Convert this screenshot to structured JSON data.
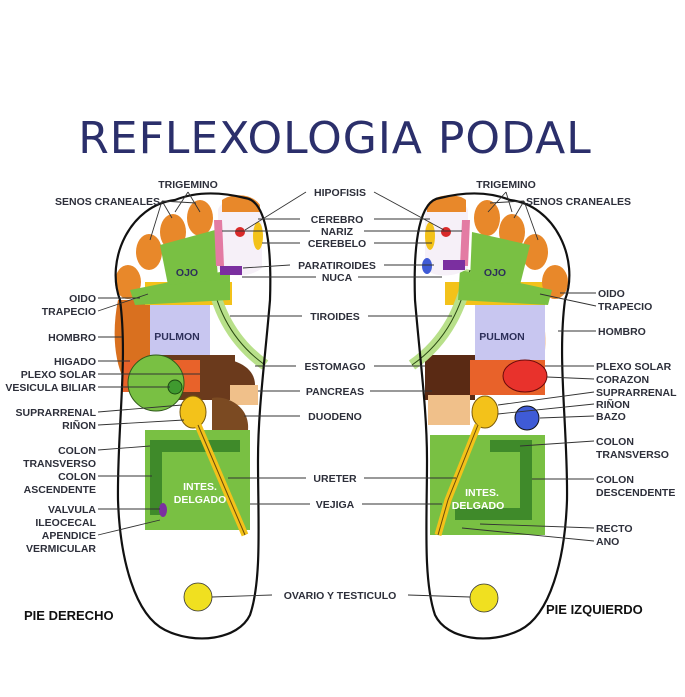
{
  "title": "REFLEXOLOGIA PODAL",
  "feet": {
    "right": "PIE DERECHO",
    "left": "PIE IZQUIERDO"
  },
  "center_labels": {
    "hipofisis": "HIPOFISIS",
    "cerebro": "CEREBRO",
    "nariz": "NARIZ",
    "cerebelo": "CEREBELO",
    "paratiroides": "PARATIROIDES",
    "nuca": "NUCA",
    "tiroides": "TIROIDES",
    "estomago": "ESTOMAGO",
    "pancreas": "PANCREAS",
    "duodeno": "DUODENO",
    "ureter": "URETER",
    "vejiga": "VEJIGA",
    "ovario": "OVARIO Y TESTICULO"
  },
  "left_side_labels": {
    "trigemino": "TRIGEMINO",
    "senos": "SENOS CRANEALES",
    "oido": "OIDO",
    "trapecio": "TRAPECIO",
    "hombro": "HOMBRO",
    "higado": "HIGADO",
    "plexo": "PLEXO SOLAR",
    "vesicula": "VESICULA BILIAR",
    "suprarrenal": "SUPRARRENAL",
    "rinon": "RIÑON",
    "colon": "COLON",
    "transverso": "TRANSVERSO",
    "colon2": "COLON",
    "ascendente": "ASCENDENTE",
    "valvula": "VALVULA",
    "ileocecal": "ILEOCECAL",
    "apendice": "APENDICE",
    "vermicular": "VERMICULAR"
  },
  "right_side_labels": {
    "trigemino": "TRIGEMINO",
    "senos": "SENOS CRANEALES",
    "oido": "OIDO",
    "trapecio": "TRAPECIO",
    "hombro": "HOMBRO",
    "plexo": "PLEXO SOLAR",
    "corazon": "CORAZON",
    "suprarrenal": "SUPRARRENAL",
    "rinon": "RIÑON",
    "bazo": "BAZO",
    "colon": "COLON",
    "transverso": "TRANSVERSO",
    "colon2": "COLON",
    "descendente": "DESCENDENTE",
    "recto": "RECTO",
    "ano": "ANO"
  },
  "inner_labels": {
    "ojo": "OJO",
    "pulmon": "PULMON",
    "intes": "INTES.",
    "delgado": "DELGADO"
  },
  "colors": {
    "title": "#2b2f6b",
    "pulmon": "#c8c6f0",
    "green": "#79c043",
    "yellow": "#f3c21a",
    "orange": "#e8882a",
    "darkorange": "#c65b15",
    "red": "#e8322c",
    "purple": "#7b2fa0",
    "blue": "#3f5bd6",
    "brown": "#6b3a1c",
    "pink": "#e37ba3"
  }
}
